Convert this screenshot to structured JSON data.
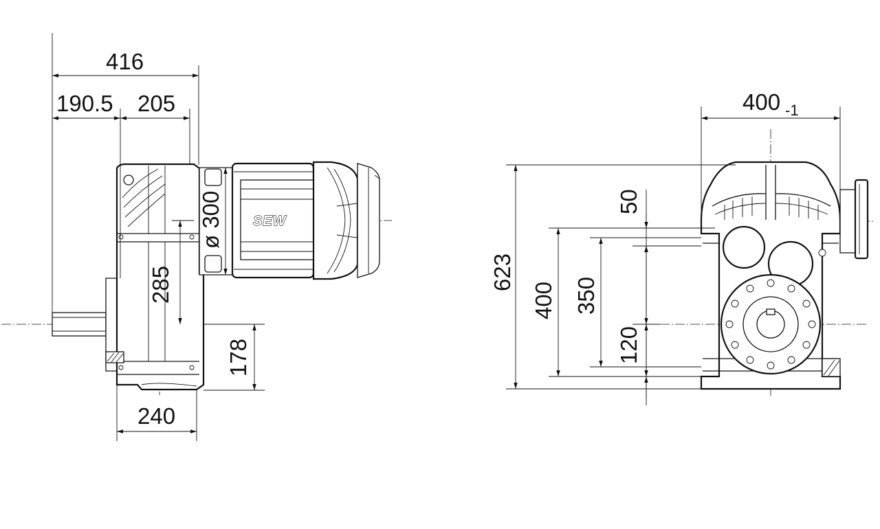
{
  "brand": {
    "logo_text": "SEW"
  },
  "side_view": {
    "dim_overall_length": "416",
    "dim_shaft_offset": "190.5",
    "dim_housing_depth": "205",
    "dim_motor_diameter": "ø 300",
    "dim_shaft_to_motor": "285",
    "dim_shaft_height": "178",
    "dim_foot_length": "240"
  },
  "front_view": {
    "dim_width": "400",
    "dim_width_tolerance": "-1",
    "dim_total_height": "623",
    "dim_hole_spacing_outer": "400",
    "dim_hole_spacing_inner": "350",
    "dim_top_offset": "50",
    "dim_bottom_offset": "120"
  }
}
